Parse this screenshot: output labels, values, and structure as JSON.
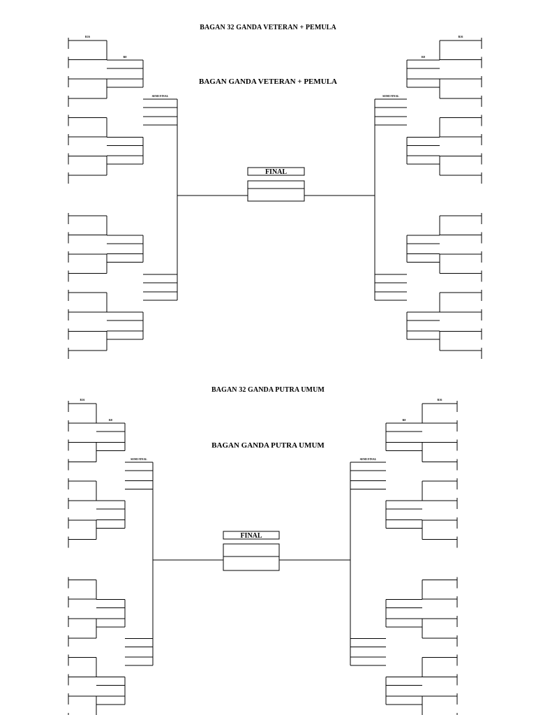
{
  "sections": [
    {
      "title": "BAGAN 32 GANDA VETERAN + PEMULA",
      "subtitle": "BAGAN GANDA VETERAN + PEMULA",
      "round_labels": {
        "r16": "R16",
        "r8": "R8",
        "semi": "SEMI FINAL",
        "final": "FINAL"
      }
    },
    {
      "title": "BAGAN 32 GANDA PUTRA UMUM",
      "subtitle": "BAGAN GANDA PUTRA UMUM",
      "round_labels": {
        "r16": "R16",
        "r8": "R8",
        "semi": "SEMI FINAL",
        "final": "FINAL"
      }
    }
  ]
}
